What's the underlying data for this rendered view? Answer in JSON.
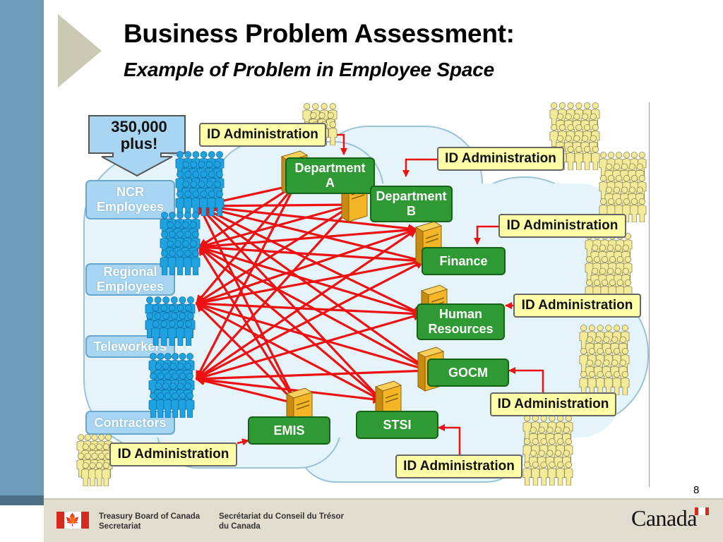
{
  "title": "Business Problem Assessment:",
  "subtitle": "Example of Problem in Employee Space",
  "page_number": "8",
  "callout": "350,000\nplus!",
  "employee_groups": [
    {
      "id": "ncr",
      "label": "NCR\nEmployees"
    },
    {
      "id": "regional",
      "label": "Regional\nEmployees"
    },
    {
      "id": "teleworkers",
      "label": "Teleworkers"
    },
    {
      "id": "contractors",
      "label": "Contractors"
    }
  ],
  "departments": [
    {
      "id": "dept-a",
      "label": "Department\nA"
    },
    {
      "id": "dept-b",
      "label": "Department\nB"
    },
    {
      "id": "finance",
      "label": "Finance"
    },
    {
      "id": "hr",
      "label": "Human\nResources"
    },
    {
      "id": "gocm",
      "label": "GOCM"
    },
    {
      "id": "emis",
      "label": "EMIS"
    },
    {
      "id": "stsi",
      "label": "STSI"
    }
  ],
  "id_administration_label": "ID Administration",
  "footer": {
    "org_en": "Treasury Board of Canada\nSecretariat",
    "org_fr": "Secrétariat du Conseil du Trésor\ndu Canada",
    "wordmark": "Canada"
  },
  "colors": {
    "arrow": "#ee1111",
    "department": "#2f9a34",
    "employee_box": "#a8d6f2",
    "id_box": "#ffffa8",
    "employee_people": "#1ea3e0",
    "admin_people": "#f3ea9a",
    "cloud": "#e4f4fa"
  },
  "icons": [
    "maple-leaf-icon",
    "server-icon",
    "person-icon",
    "play-triangle-icon"
  ]
}
